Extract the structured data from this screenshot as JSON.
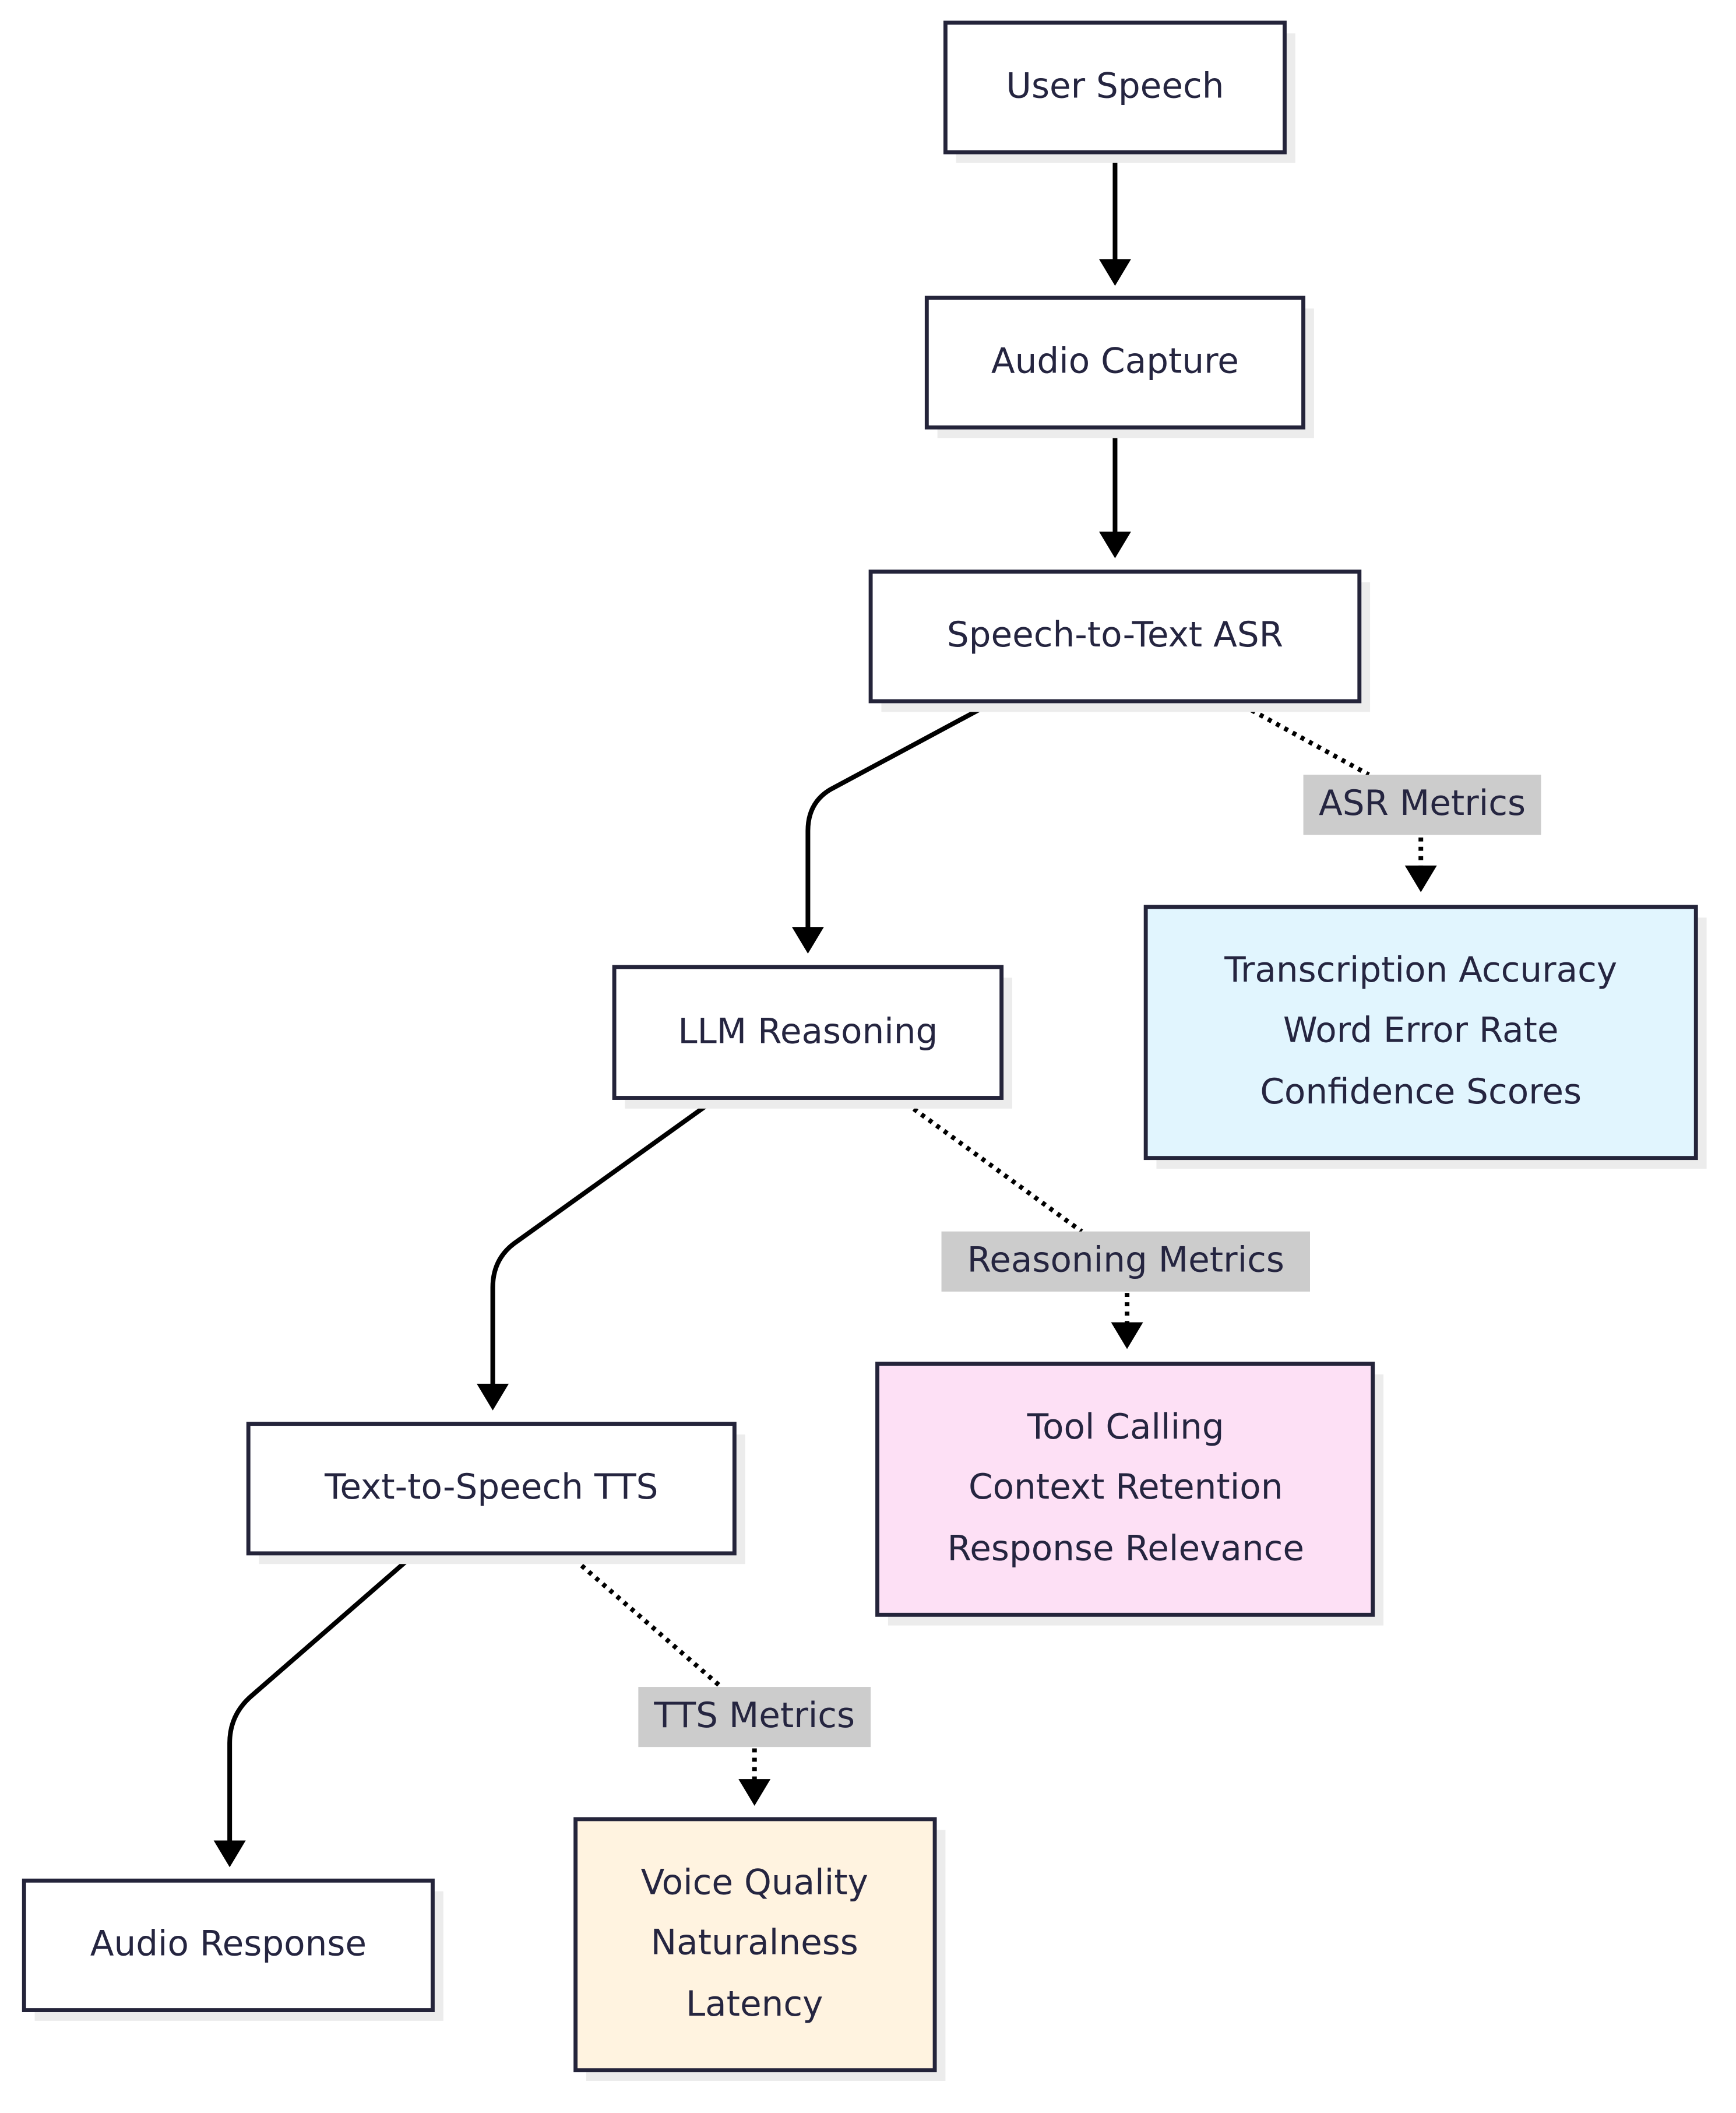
{
  "nodes": {
    "user_speech": "User Speech",
    "audio_capture": "Audio Capture",
    "asr": "Speech-to-Text ASR",
    "llm": "LLM Reasoning",
    "tts": "Text-to-Speech TTS",
    "audio_response": "Audio Response"
  },
  "metric_boxes": {
    "asr": [
      "Transcription Accuracy",
      "Word Error Rate",
      "Confidence Scores"
    ],
    "reasoning": [
      "Tool Calling",
      "Context Retention",
      "Response Relevance"
    ],
    "tts": [
      "Voice Quality",
      "Naturalness",
      "Latency"
    ]
  },
  "edge_labels": {
    "asr": "ASR Metrics",
    "reasoning": "Reasoning Metrics",
    "tts": "TTS Metrics"
  },
  "colors": {
    "asr_box": "#e1f5fe",
    "reasoning_box": "#fde0f5",
    "tts_box": "#fff3e0",
    "border": "#24243a"
  }
}
